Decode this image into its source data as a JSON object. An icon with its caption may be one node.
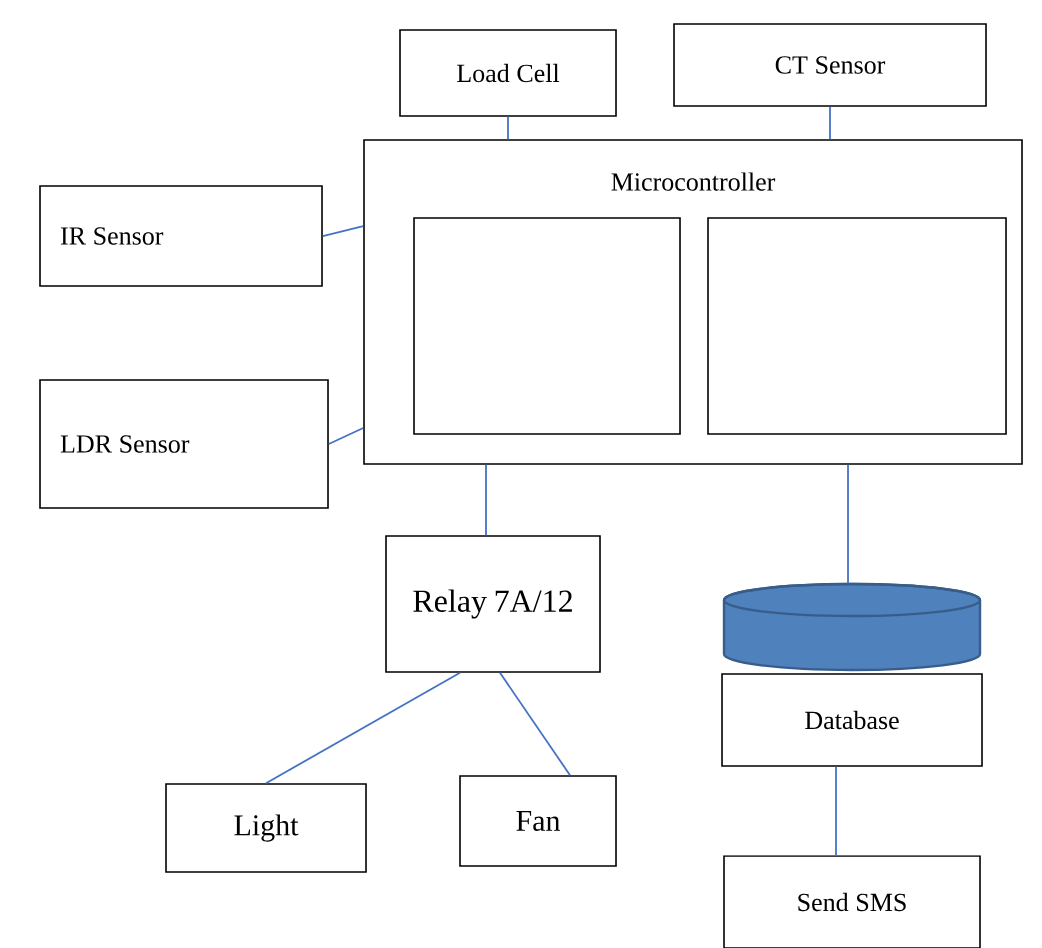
{
  "diagram": {
    "nodes": [
      {
        "text": [
          "Load Cell"
        ]
      },
      {
        "text": [
          "CT Sensor"
        ]
      },
      {
        "text": [
          "IR Sensor"
        ]
      },
      {
        "text": [
          "Microcontroller"
        ]
      },
      {
        "text": [],
        "shape": "box",
        "in": 3
      },
      {
        "text": [],
        "shape": "box",
        "in": 3
      },
      {
        "text": [
          "LDR Sensor"
        ]
      },
      {
        "text": [
          "Relay 7A/12"
        ]
      },
      {
        "text": [],
        "shape": "cylinder"
      },
      {
        "text": [
          "Database"
        ]
      },
      {
        "text": [
          "Light"
        ]
      },
      {
        "text": [
          "Fan"
        ]
      },
      {
        "text": [
          "Send SMS"
        ]
      }
    ],
    "edges": [
      {
        "from": 0,
        "to": 3,
        "arrow": "none"
      },
      {
        "from": 1,
        "to": 3,
        "arrow": "none"
      },
      {
        "from": 2,
        "to": 3,
        "arrow": "none"
      },
      {
        "from": 6,
        "to": 3,
        "arrow": "none"
      },
      {
        "from": 3,
        "to": 7,
        "arrow": "none"
      },
      {
        "from": 3,
        "to": 8,
        "arrow": "none"
      },
      {
        "from": 7,
        "to": 10,
        "arrow": "none"
      },
      {
        "from": 7,
        "to": 11,
        "arrow": "none"
      },
      {
        "from": 9,
        "to": 12,
        "arrow": "none"
      }
    ]
  }
}
